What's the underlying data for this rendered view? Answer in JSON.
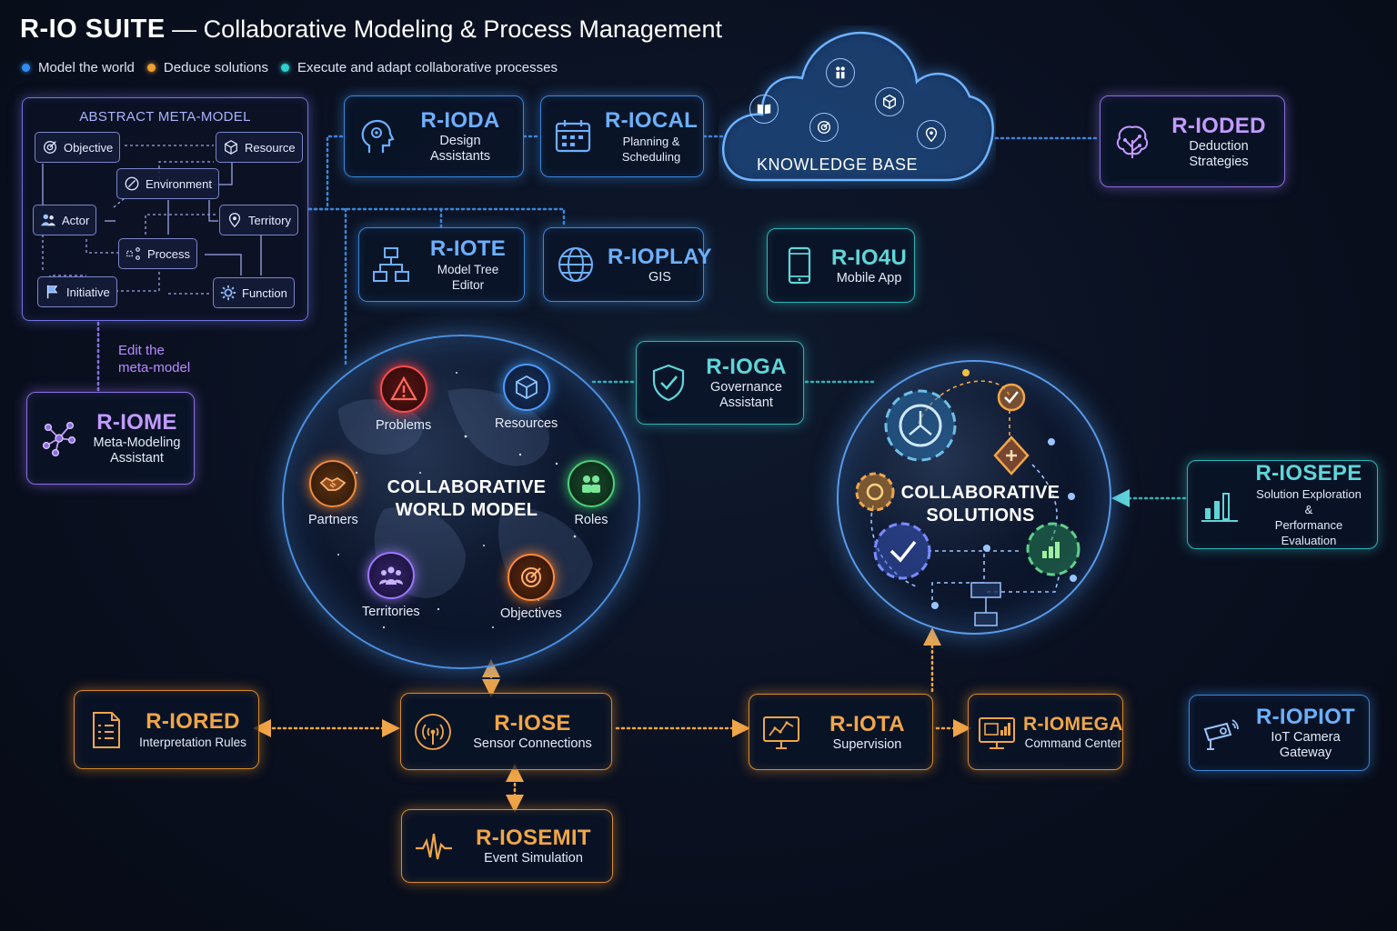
{
  "header": {
    "title_strong": "R-IO SUITE",
    "title_rest": " — Collaborative Modeling & Process Management"
  },
  "legend": [
    {
      "label": "Model the world",
      "color": "#2f8df0"
    },
    {
      "label": "Deduce solutions",
      "color": "#f0a030"
    },
    {
      "label": "Execute and adapt collaborative processes",
      "color": "#2fd0d0"
    }
  ],
  "meta_model": {
    "title": "ABSTRACT META-MODEL",
    "nodes": {
      "objective": "Objective",
      "resource": "Resource",
      "environment": "Environment",
      "actor": "Actor",
      "territory": "Territory",
      "process": "Process",
      "initiative": "Initiative",
      "function": "Function"
    },
    "edit_note": [
      "Edit the",
      "meta-model"
    ]
  },
  "modules": {
    "ioda": {
      "name": "R-IODA",
      "desc": [
        "Design Assistants"
      ]
    },
    "iocal": {
      "name": "R-IOCAL",
      "desc": [
        "Planning & Scheduling"
      ]
    },
    "ioded": {
      "name": "R-IODED",
      "desc": [
        "Deduction",
        "Strategies"
      ]
    },
    "iote": {
      "name": "R-IOTE",
      "desc": [
        "Model Tree Editor"
      ]
    },
    "ioplay": {
      "name": "R-IOPLAY",
      "desc": [
        "GIS"
      ]
    },
    "io4u": {
      "name": "R-IO4U",
      "desc": [
        "Mobile App"
      ]
    },
    "iome": {
      "name": "R-IOME",
      "desc": [
        "Meta-Modeling",
        "Assistant"
      ]
    },
    "ioga": {
      "name": "R-IOGA",
      "desc": [
        "Governance",
        "Assistant"
      ]
    },
    "iosepe": {
      "name": "R-IOSEPE",
      "desc": [
        "Solution Exploration &",
        "Performance Evaluation"
      ]
    },
    "iored": {
      "name": "R-IORED",
      "desc": [
        "Interpretation Rules"
      ]
    },
    "iose": {
      "name": "R-IOSE",
      "desc": [
        "Sensor Connections"
      ]
    },
    "iota": {
      "name": "R-IOTA",
      "desc": [
        "Supervision"
      ]
    },
    "iomega": {
      "name": "R-IOMEGA",
      "desc": [
        "Command Center"
      ]
    },
    "iopiot": {
      "name": "R-IOPIOT",
      "desc": [
        "IoT Camera Gateway"
      ]
    },
    "iosemit": {
      "name": "R-IOSEMIT",
      "desc": [
        "Event Simulation"
      ]
    }
  },
  "knowledge_base": {
    "label": "KNOWLEDGE BASE"
  },
  "world_model": {
    "label": [
      "COLLABORATIVE",
      "WORLD MODEL"
    ],
    "items": {
      "problems": "Problems",
      "resources": "Resources",
      "partners": "Partners",
      "roles": "Roles",
      "territories": "Territories",
      "objectives": "Objectives"
    }
  },
  "solutions": {
    "label": [
      "COLLABORATIVE",
      "SOLUTIONS"
    ]
  },
  "colors": {
    "blue": "#3a86d9",
    "cyan": "#2fb3b8",
    "purple": "#8a6ee0",
    "orange": "#d98a2b"
  }
}
